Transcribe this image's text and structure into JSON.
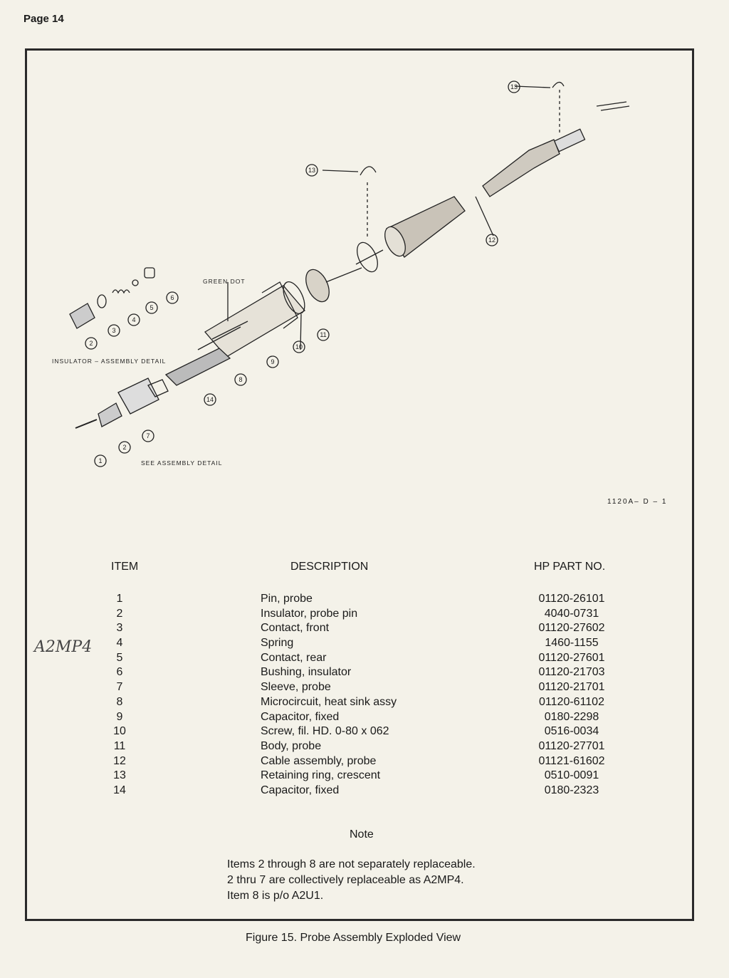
{
  "page_label": "Page 14",
  "diagram": {
    "label_green_dot": "GREEN DOT",
    "label_insulator_detail": "INSULATOR – ASSEMBLY DETAIL",
    "label_see_detail": "SEE ASSEMBLY DETAIL",
    "drawing_code": "1120A– D – 1",
    "callouts": [
      "1",
      "2",
      "2",
      "3",
      "4",
      "5",
      "6",
      "7",
      "8",
      "9",
      "10",
      "11",
      "12",
      "13",
      "13",
      "14"
    ]
  },
  "table": {
    "headers": {
      "item": "ITEM",
      "description": "DESCRIPTION",
      "part_no": "HP PART NO."
    },
    "rows": [
      {
        "item": "1",
        "description": "Pin, probe",
        "part_no": "01120-26101"
      },
      {
        "item": "2",
        "description": "Insulator, probe pin",
        "part_no": "4040-0731"
      },
      {
        "item": "3",
        "description": "Contact, front",
        "part_no": "01120-27602"
      },
      {
        "item": "4",
        "description": "Spring",
        "part_no": "1460-1155"
      },
      {
        "item": "5",
        "description": "Contact, rear",
        "part_no": "01120-27601"
      },
      {
        "item": "6",
        "description": "Bushing, insulator",
        "part_no": "01120-21703"
      },
      {
        "item": "7",
        "description": "Sleeve, probe",
        "part_no": "01120-21701"
      },
      {
        "item": "8",
        "description": "Microcircuit, heat sink assy",
        "part_no": "01120-61102"
      },
      {
        "item": "9",
        "description": "Capacitor, fixed",
        "part_no": "0180-2298"
      },
      {
        "item": "10",
        "description": "Screw, fil. HD. 0-80 x 062",
        "part_no": "0516-0034"
      },
      {
        "item": "11",
        "description": "Body, probe",
        "part_no": "01120-27701"
      },
      {
        "item": "12",
        "description": "Cable assembly, probe",
        "part_no": "01121-61602"
      },
      {
        "item": "13",
        "description": "Retaining ring, crescent",
        "part_no": "0510-0091"
      },
      {
        "item": "14",
        "description": "Capacitor, fixed",
        "part_no": "0180-2323"
      }
    ]
  },
  "handwritten_note": "A2MP4",
  "note": {
    "title": "Note",
    "lines": [
      "Items 2 through 8 are not separately replaceable.",
      "2 thru 7 are collectively replaceable as A2MP4.",
      "Item 8 is p/o A2U1."
    ]
  },
  "caption": "Figure 15.  Probe Assembly Exploded View"
}
